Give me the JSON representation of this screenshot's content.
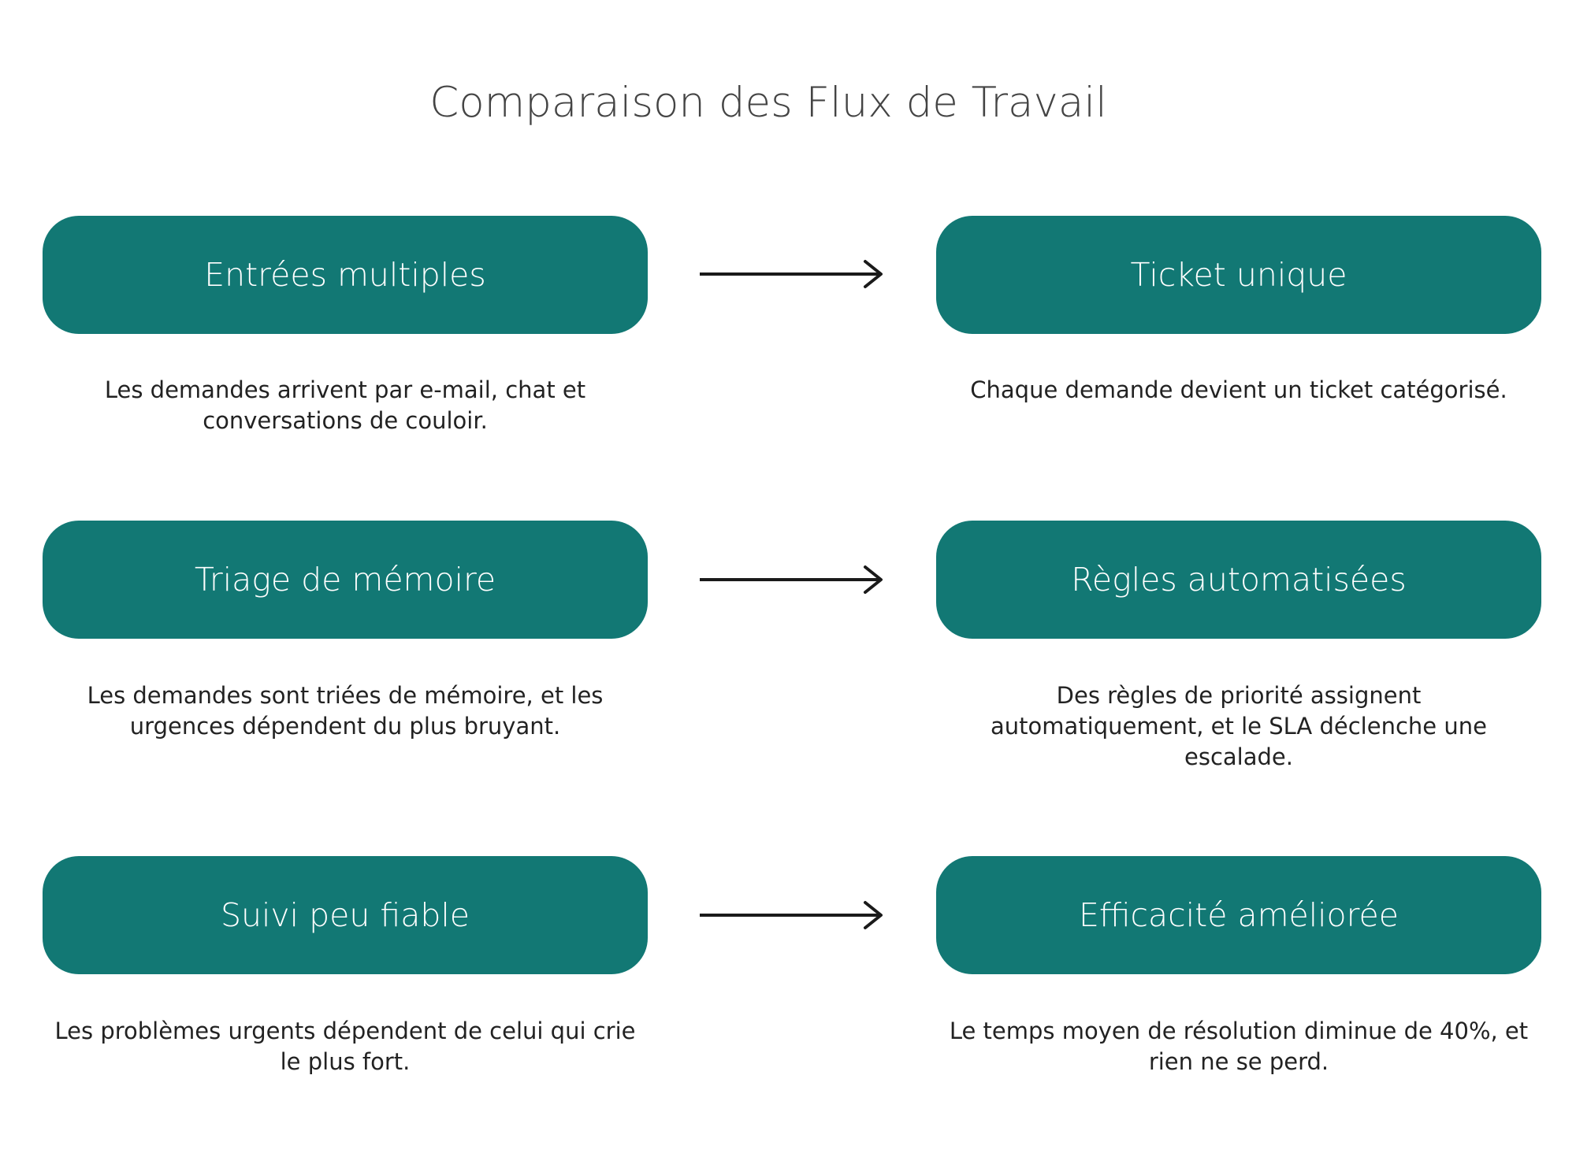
{
  "title": "Comparaison des Flux de Travail",
  "colors": {
    "pill_background": "#127874",
    "pill_text": "#ffffff",
    "arrow": "#1a1a1a"
  },
  "rows": [
    {
      "before": {
        "label": "Entrées multiples",
        "description": "Les demandes arrivent par e-mail, chat et conversations de couloir."
      },
      "after": {
        "label": "Ticket unique",
        "description": "Chaque demande devient un ticket catégorisé."
      }
    },
    {
      "before": {
        "label": "Triage de mémoire",
        "description": "Les demandes sont triées de mémoire, et les urgences dépendent du plus bruyant."
      },
      "after": {
        "label": "Règles automatisées",
        "description": "Des règles de priorité assignent automatiquement, et le SLA déclenche une escalade."
      }
    },
    {
      "before": {
        "label": "Suivi peu fiable",
        "description": "Les problèmes urgents dépendent de celui qui crie le plus fort."
      },
      "after": {
        "label": "Efficacité améliorée",
        "description": "Le temps moyen de résolution diminue de 40%, et rien ne se perd."
      }
    }
  ]
}
